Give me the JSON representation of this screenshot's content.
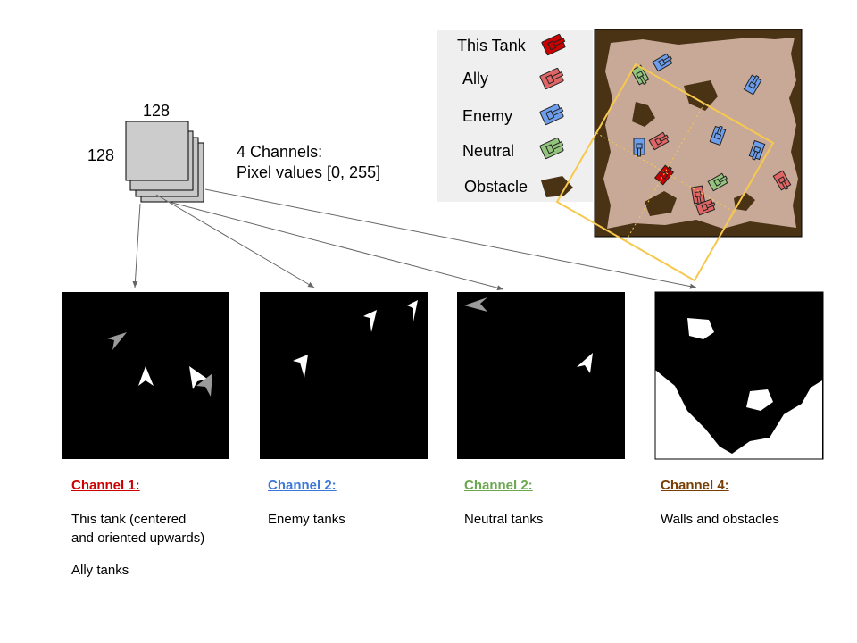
{
  "stack": {
    "width_label": "128",
    "height_label": "128",
    "desc_line1": "4 Channels:",
    "desc_line2": "Pixel values [0, 255]"
  },
  "legend": {
    "items": [
      {
        "label": "This Tank",
        "color": "#cc0000"
      },
      {
        "label": "Ally",
        "color": "#e06666"
      },
      {
        "label": "Enemy",
        "color": "#6d9eeb"
      },
      {
        "label": "Neutral",
        "color": "#93c47d"
      },
      {
        "label": "Obstacle",
        "color": "#4a3214"
      }
    ]
  },
  "map_colors": {
    "wall": "#4a3214",
    "floor": "#c8a997",
    "view_box": "#f6c94e"
  },
  "channels": [
    {
      "title": "Channel 1:",
      "color": "#cc0000",
      "desc": [
        "This tank (centered",
        "and oriented upwards)",
        "",
        "Ally tanks"
      ]
    },
    {
      "title": "Channel 2:",
      "color": "#3c78d8",
      "desc": [
        "Enemy tanks"
      ]
    },
    {
      "title": "Channel 2:",
      "color": "#6aa84f",
      "desc": [
        "Neutral tanks"
      ]
    },
    {
      "title": "Channel 4:",
      "color": "#783f04",
      "desc": [
        "Walls and obstacles"
      ]
    }
  ]
}
